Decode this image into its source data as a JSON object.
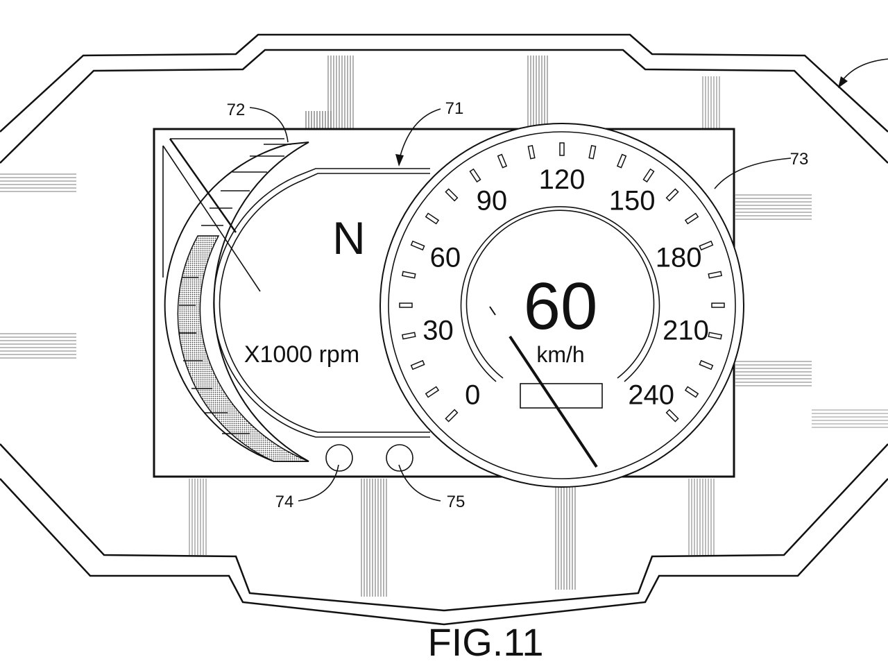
{
  "figure": {
    "caption": "FIG.11",
    "ref_labels": {
      "display": "71",
      "tachometer_bar": "72",
      "speedometer": "73",
      "indicator_left": "74",
      "indicator_right": "75"
    }
  },
  "tachometer": {
    "gear": "N",
    "unit": "X1000 rpm"
  },
  "speedometer": {
    "speed": "60",
    "unit": "km/h",
    "scale": [
      "0",
      "30",
      "60",
      "90",
      "120",
      "150",
      "180",
      "210",
      "240"
    ]
  },
  "colors": {
    "ink": "#111111",
    "paper": "#ffffff",
    "shade": "#9a9a9a"
  }
}
